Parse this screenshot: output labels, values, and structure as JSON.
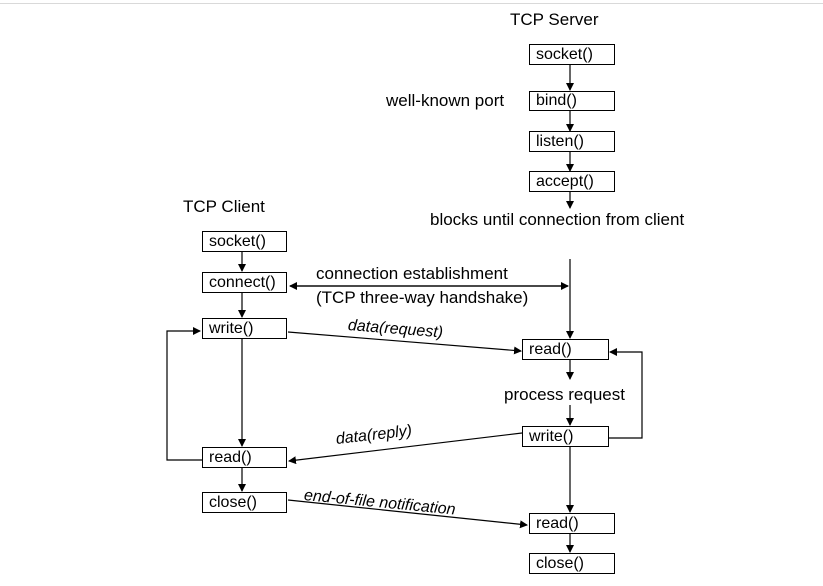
{
  "server": {
    "title": "TCP Server",
    "socket": "socket()",
    "port_note": "well-known port",
    "bind": "bind()",
    "listen": "listen()",
    "accept": "accept()",
    "block_note": "blocks until connection from client",
    "read1": "read()",
    "process_note": "process request",
    "write": "write()",
    "read2": "read()",
    "close": "close()"
  },
  "client": {
    "title": "TCP Client",
    "socket": "socket()",
    "connect": "connect()",
    "write": "write()",
    "read": "read()",
    "close": "close()"
  },
  "messages": {
    "conn_line1": "connection establishment",
    "conn_line2": "(TCP three-way handshake)",
    "request": "data(request)",
    "reply": "data(reply)",
    "eof": "end-of-file notification"
  }
}
